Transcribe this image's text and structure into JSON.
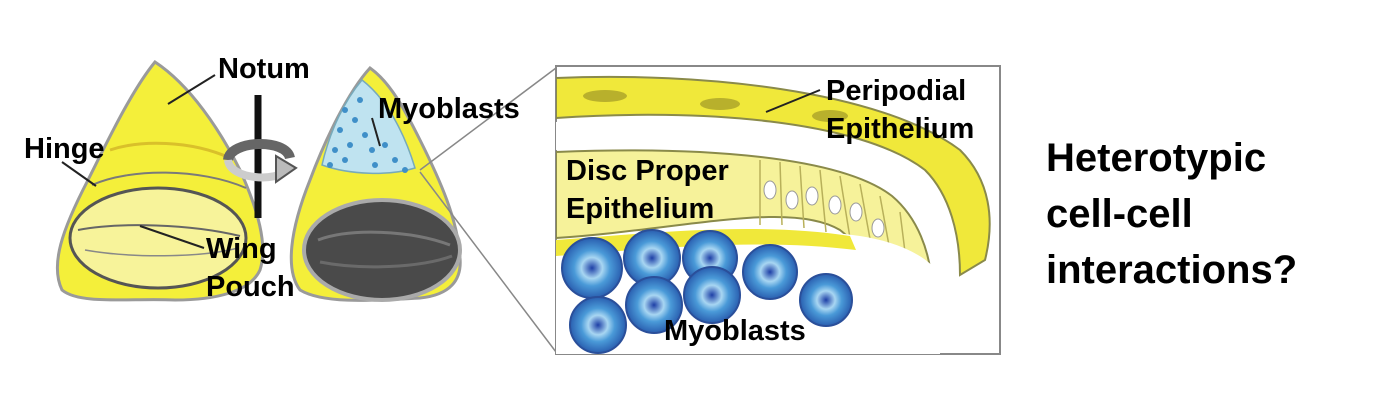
{
  "labels": {
    "notum": "Notum",
    "hinge": "Hinge",
    "wing_pouch_line1": "Wing",
    "wing_pouch_line2": "Pouch",
    "myoblasts_disc": "Myoblasts",
    "peripodial_line1": "Peripodial",
    "peripodial_line2": "Epithelium",
    "disc_proper_line1": "Disc Proper",
    "disc_proper_line2": "Epithelium",
    "myoblasts_inset": "Myoblasts"
  },
  "question": {
    "line1": "Heterotypic",
    "line2": "cell-cell",
    "line3": "interactions?"
  },
  "colors": {
    "epithelium_yellow": "#f3ee33",
    "myoblast_blue": "#4a86c8",
    "outline_gray": "#8a8a8a",
    "pouch_dark": "#505050"
  },
  "icons": [
    "rotate-arrow-icon"
  ]
}
